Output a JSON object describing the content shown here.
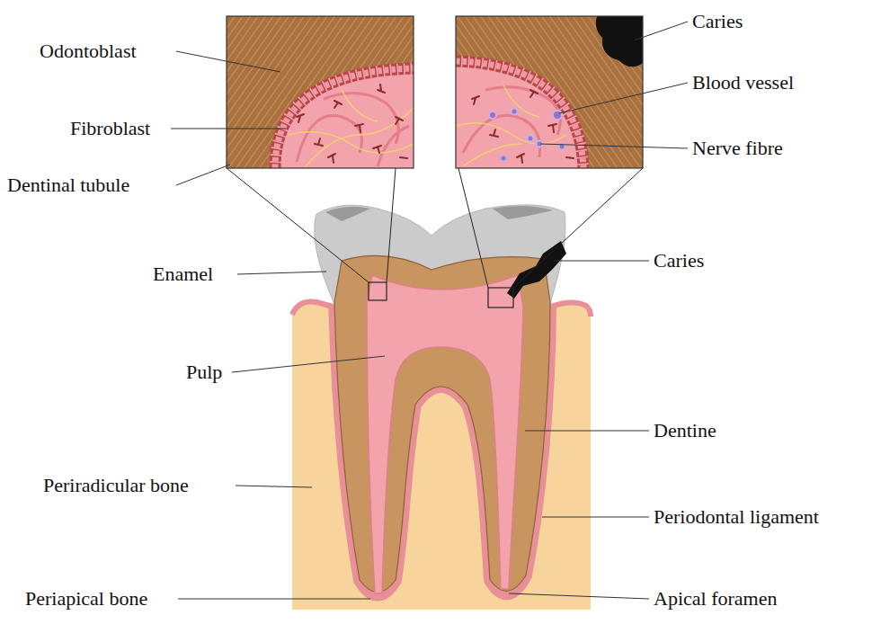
{
  "diagram": {
    "labels": [
      "Odontoblast",
      "Fibroblast",
      "Dentinal tubule",
      "Caries",
      "Blood vessel",
      "Nerve fibre",
      "Enamel",
      "Caries",
      "Pulp",
      "Dentine",
      "Periradicular bone",
      "Periodontal ligament",
      "Periapical bone",
      "Apical foramen"
    ]
  }
}
